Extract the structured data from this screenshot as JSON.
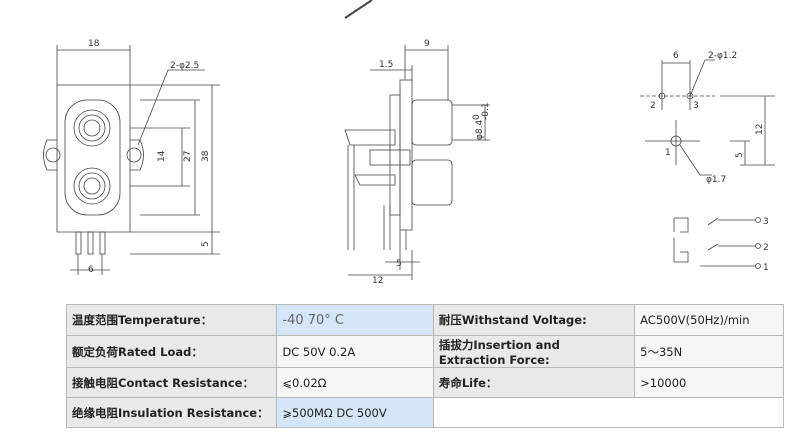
{
  "dimensions": {
    "front": {
      "width": "18",
      "holes": "2-φ2.5",
      "d14": "14",
      "d27": "27",
      "d38": "38",
      "d5": "5",
      "d6": "6"
    },
    "side": {
      "d9": "9",
      "d1_5": "1.5",
      "dia": "φ8.4",
      "tol_top": "0",
      "tol_bot": "-0.1",
      "d5": "5",
      "d12": "12"
    },
    "pcb": {
      "d6": "6",
      "holes2": "2-φ1.2",
      "p2": "2",
      "p3": "3",
      "p1": "1",
      "d12": "12",
      "d5": "5",
      "hole1": "φ1.7"
    },
    "schematic": {
      "t3": "3",
      "t2": "2",
      "t1": "1"
    }
  },
  "specs": {
    "rows": [
      {
        "l1": "温度范围Temperature：",
        "v1": "-40   70° C",
        "l2": "耐压Withstand Voltage:",
        "v2": "AC500V(50Hz)/min"
      },
      {
        "l1": "额定负荷Rated Load：",
        "v1": "DC 50V 0.2A",
        "l2": "插拔力Insertion and Extraction Force:",
        "v2": "5～35N"
      },
      {
        "l1": "接触电阻Contact Resistance：",
        "v1": "⩽0.02Ω",
        "l2": "寿命Life：",
        "v2": ">10000"
      },
      {
        "l1": "绝缘电阻Insulation Resistance：",
        "v1": "⩾500MΩ DC 500V",
        "l2": "",
        "v2": ""
      }
    ]
  }
}
